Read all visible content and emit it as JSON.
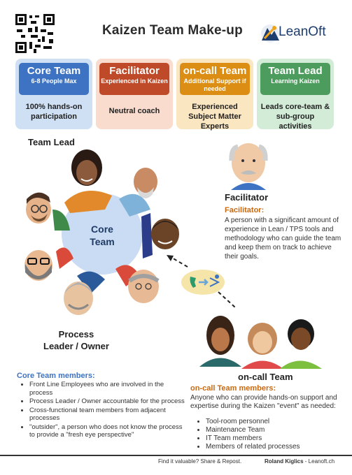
{
  "title": "Kaizen Team Make-up",
  "logo": {
    "name": "LeanOft"
  },
  "cards": [
    {
      "title": "Core Team",
      "subtitle": "6-8 People Max",
      "body": "100% hands-on participation"
    },
    {
      "title": "Facilitator",
      "subtitle": "Experienced in Kaizen",
      "body": "Neutral coach"
    },
    {
      "title": "on-call Team",
      "subtitle": "Additional Support if needed",
      "body": "Experienced Subject Matter Experts"
    },
    {
      "title": "Team Lead",
      "subtitle": "Learning Kaizen",
      "body": "Leads core-team & sub-group activities"
    }
  ],
  "labels": {
    "team_lead": "Team Lead",
    "core": "Core Team",
    "process_line1": "Process",
    "process_line2": "Leader / Owner",
    "facilitator": "Facilitator",
    "oncall": "on-call Team"
  },
  "facilitator": {
    "heading": "Facilitator:",
    "text": "A person with a significant amount of experience in Lean / TPS tools and methodology who can guide the team and keep them on track to achieve their goals."
  },
  "core_members": {
    "heading": "Core Team members:",
    "items": [
      "Front Line Employees who are involved in the process",
      "Process Leader / Owner accountable for the process",
      "Cross-functional team members from adjacent processes",
      "\"outsider\", a person who does not know the process to provide a \"fresh eye perspective\""
    ]
  },
  "oncall_members": {
    "heading": "on-call Team members:",
    "text": "Anyone who can provide hands-on support and expertise during the Kaizen \"event\" as needed:",
    "items": [
      "Tool-room personnel",
      "Maintenance Team",
      "IT Team members",
      "Members of related processes"
    ]
  },
  "footer": {
    "left": "Find it valuable? Share & Repost.",
    "author": "Roland Kiglics",
    "site": " - Leanoft.ch"
  },
  "colors": {
    "core": "#3d73c2",
    "facilitator": "#bf4a2a",
    "oncall": "#dc8e14",
    "teamlead": "#4c9d5d",
    "table": "#c9dcf3"
  },
  "icons": [
    "qr-code-icon",
    "leanoft-logo-icon",
    "phone-icon",
    "arrows-icon"
  ]
}
